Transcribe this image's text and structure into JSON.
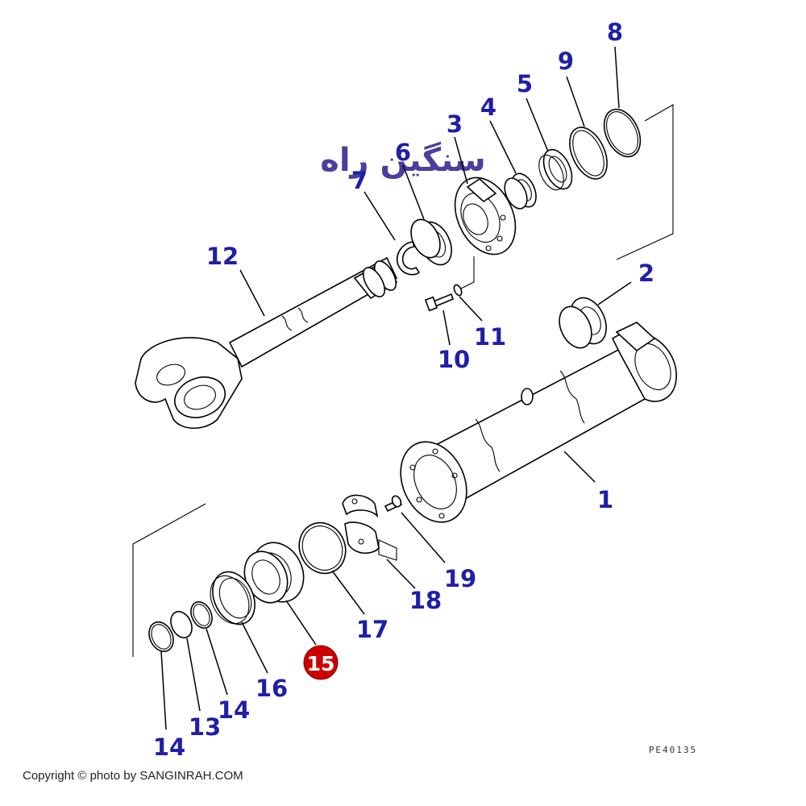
{
  "diagram": {
    "parts": [
      {
        "id": "p1",
        "label": "1",
        "highlighted": false
      },
      {
        "id": "p2",
        "label": "2",
        "highlighted": false
      },
      {
        "id": "p3",
        "label": "3",
        "highlighted": false
      },
      {
        "id": "p4",
        "label": "4",
        "highlighted": false
      },
      {
        "id": "p5",
        "label": "5",
        "highlighted": false
      },
      {
        "id": "p6",
        "label": "6",
        "highlighted": false
      },
      {
        "id": "p7",
        "label": "7",
        "highlighted": false
      },
      {
        "id": "p8",
        "label": "8",
        "highlighted": false
      },
      {
        "id": "p9",
        "label": "9",
        "highlighted": false
      },
      {
        "id": "p10",
        "label": "10",
        "highlighted": false
      },
      {
        "id": "p11",
        "label": "11",
        "highlighted": false
      },
      {
        "id": "p12",
        "label": "12",
        "highlighted": false
      },
      {
        "id": "p13",
        "label": "13",
        "highlighted": false
      },
      {
        "id": "p14a",
        "label": "14",
        "highlighted": false
      },
      {
        "id": "p14b",
        "label": "14",
        "highlighted": false
      },
      {
        "id": "p15",
        "label": "15",
        "highlighted": true
      },
      {
        "id": "p16",
        "label": "16",
        "highlighted": false
      },
      {
        "id": "p17",
        "label": "17",
        "highlighted": false
      },
      {
        "id": "p18",
        "label": "18",
        "highlighted": false
      },
      {
        "id": "p19",
        "label": "19",
        "highlighted": false
      }
    ],
    "drawing_code": "PE40135",
    "watermark": "سنگین راه",
    "highlight_color": "#cc0000",
    "label_color": "#1f1fa8"
  },
  "footer": {
    "copyright": "Copyright © photo by SANGINRAH.COM"
  }
}
